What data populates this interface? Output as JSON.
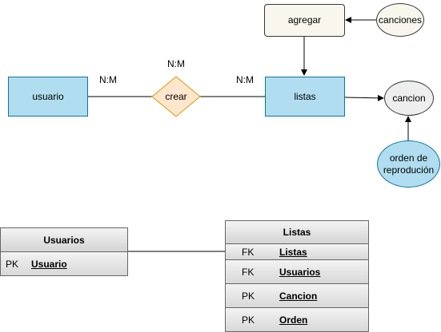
{
  "diagram": {
    "entities": {
      "usuario": "usuario",
      "listas": "listas"
    },
    "relationship": {
      "label": "crear"
    },
    "process": {
      "label": "agregar"
    },
    "attributes": {
      "canciones": "canciones",
      "cancion": "cancion",
      "orden": "orden de reprodución"
    },
    "cardinality": {
      "left": "N:M",
      "top": "N:M",
      "right": "N:M"
    },
    "colors": {
      "entity_fill": "#b1ddf0",
      "entity_stroke": "#10739e",
      "diamond_fill": "#ffe6cc",
      "diamond_stroke": "#d79b00",
      "edge": "#000000"
    }
  },
  "tables": {
    "usuarios": {
      "title": "Usuarios",
      "rows": [
        {
          "key": "PK",
          "field": "Usuario"
        }
      ]
    },
    "listas": {
      "title": "Listas",
      "rows": [
        {
          "key": "FK",
          "field": "Listas"
        },
        {
          "key": "FK",
          "field": "Usuarios"
        },
        {
          "key": "PK",
          "field": "Cancion"
        },
        {
          "key": "PK",
          "field": "Orden"
        }
      ]
    }
  }
}
